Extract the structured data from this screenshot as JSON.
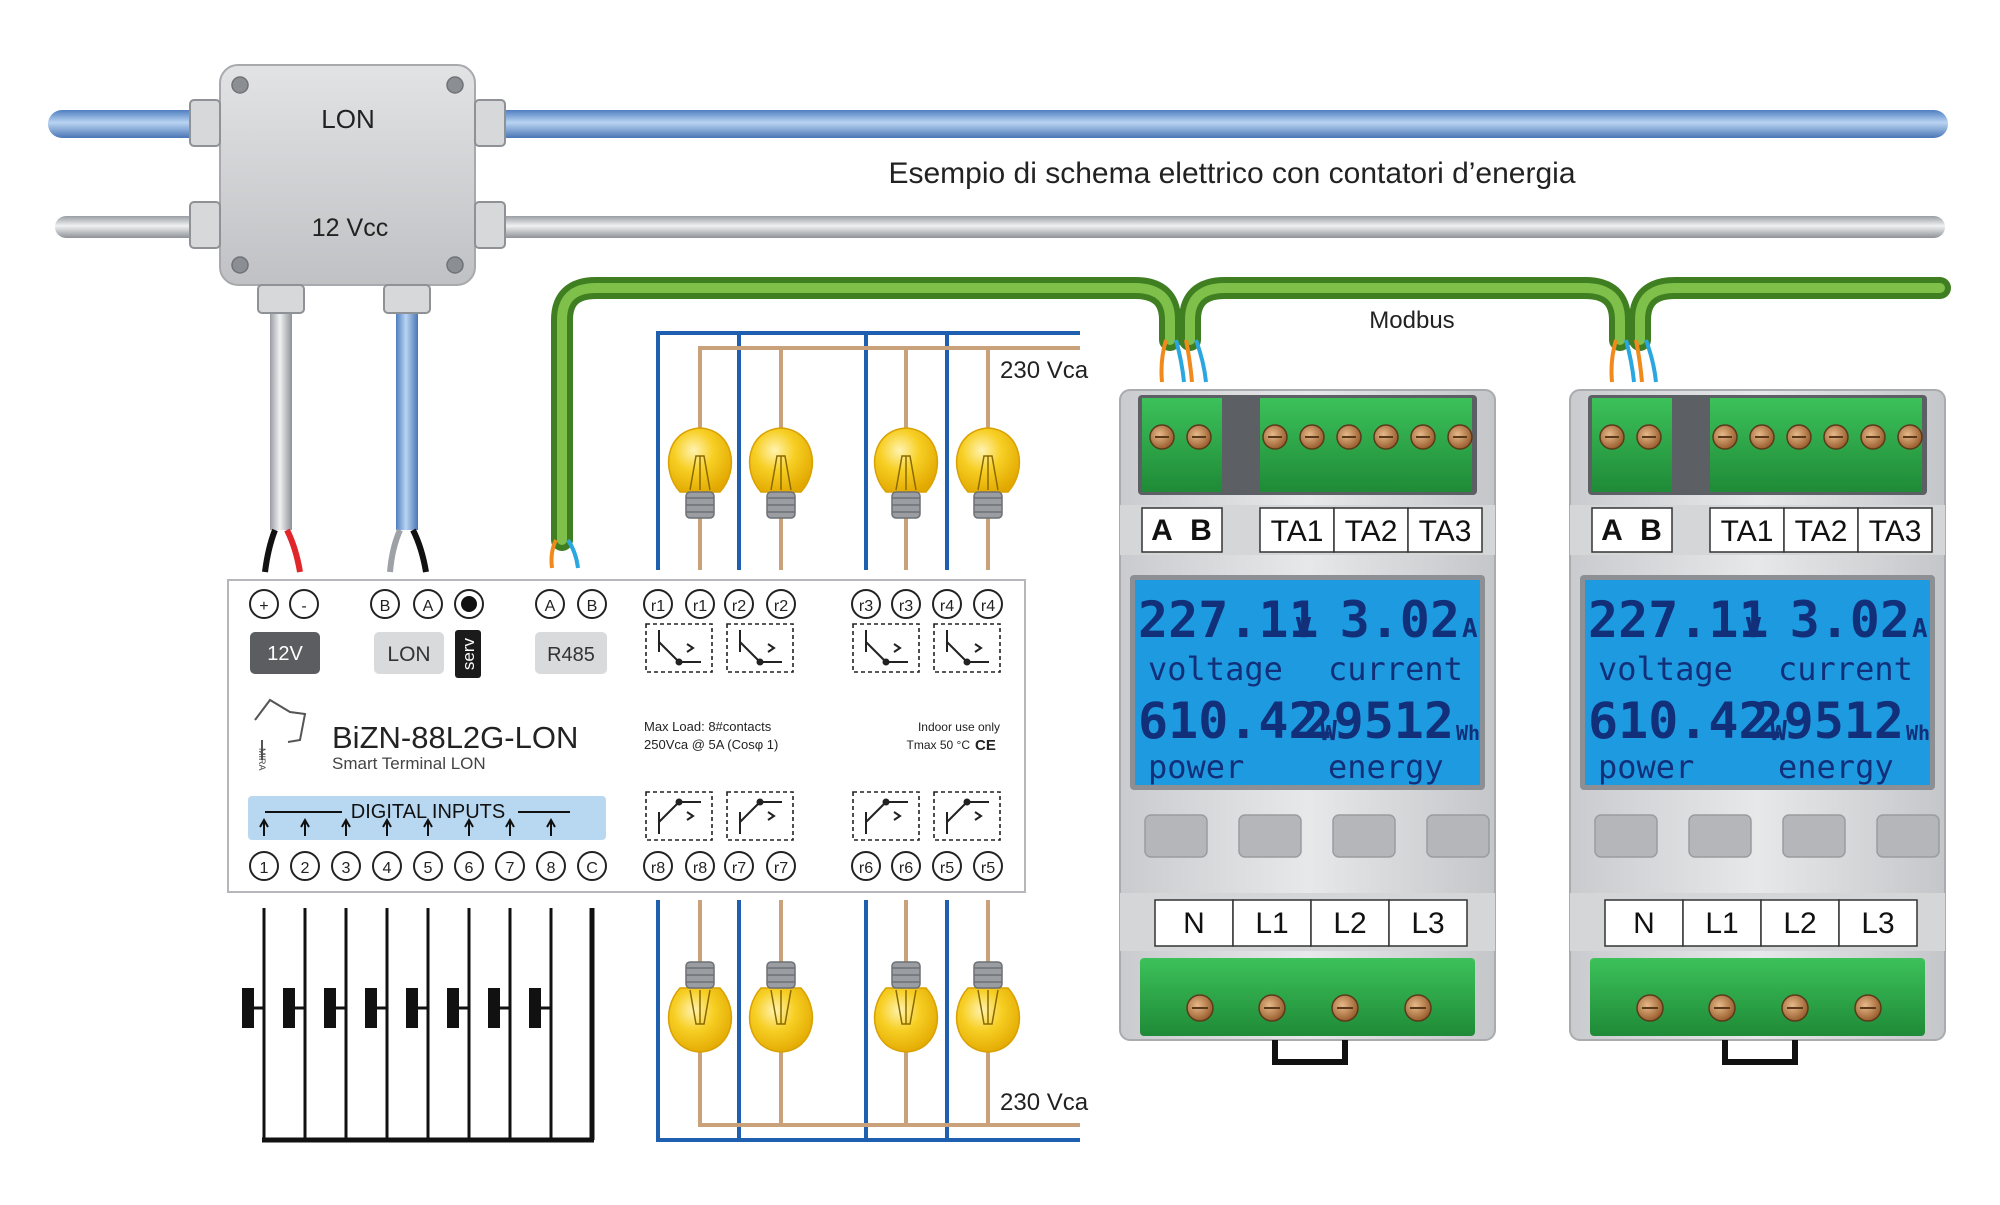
{
  "title": "Esempio di schema elettrico con contatori d’energia",
  "junction_box": {
    "lon": "LON",
    "vcc": "12 Vcc"
  },
  "modbus": "Modbus",
  "mains_top": "230 Vca",
  "mains_bottom": "230 Vca",
  "device": {
    "power_label": "12V",
    "lon_label": "LON",
    "serv_label": "serv",
    "r485_label": "R485",
    "model": "BiZN-88L2G-LON",
    "subtitle": "Smart Terminal LON",
    "max_load_1": "Max Load:  8#contacts",
    "max_load_2": "250Vca @ 5A (Cosφ 1)",
    "indoor": "Indoor use only",
    "tmax": "Tmax 50 °C",
    "ce": "CE",
    "logo": "MIRA",
    "digital_inputs": "DIGITAL INPUTS",
    "power_terminals": [
      "+",
      "-"
    ],
    "lon_terminals": [
      "B",
      "A"
    ],
    "rs_terminals": [
      "A",
      "B"
    ],
    "top_relays": [
      "r1",
      "r1",
      "r2",
      "r2",
      "r3",
      "r3",
      "r4",
      "r4"
    ],
    "bottom_relays": [
      "r8",
      "r8",
      "r7",
      "r7",
      "r6",
      "r6",
      "r5",
      "r5"
    ],
    "inputs": [
      "1",
      "2",
      "3",
      "4",
      "5",
      "6",
      "7",
      "8",
      "C"
    ]
  },
  "meters": [
    {
      "ab": [
        "A",
        "B"
      ],
      "ta": [
        "TA1",
        "TA2",
        "TA3"
      ],
      "voltage_value": "227.11",
      "voltage_unit": "V",
      "voltage_label": "voltage",
      "current_value": "3.02",
      "current_unit": "A",
      "current_label": "current",
      "power_value": "610.42",
      "power_unit": "W",
      "power_label": "power",
      "energy_value": "29512",
      "energy_unit": "Wh",
      "energy_label": "energy",
      "lines": [
        "N",
        "L1",
        "L2",
        "L3"
      ]
    },
    {
      "ab": [
        "A",
        "B"
      ],
      "ta": [
        "TA1",
        "TA2",
        "TA3"
      ],
      "voltage_value": "227.11",
      "voltage_unit": "V",
      "voltage_label": "voltage",
      "current_value": "3.02",
      "current_unit": "A",
      "current_label": "current",
      "power_value": "610.42",
      "power_unit": "W",
      "power_label": "power",
      "energy_value": "29512",
      "energy_unit": "Wh",
      "energy_label": "energy",
      "lines": [
        "N",
        "L1",
        "L2",
        "L3"
      ]
    }
  ],
  "colors": {
    "lon_pipe": "#7fa8d8",
    "vcc_pipe": "#c7c9cc",
    "modbus_pipe": "#5a9a2e",
    "bus_line": "#1f5fb0",
    "mains_line": "#c9a27c",
    "lcd": "#1e9be0",
    "lcd_text": "#12307a",
    "terminal_green": "#2ea84a",
    "bulb": "#f4c20d"
  }
}
